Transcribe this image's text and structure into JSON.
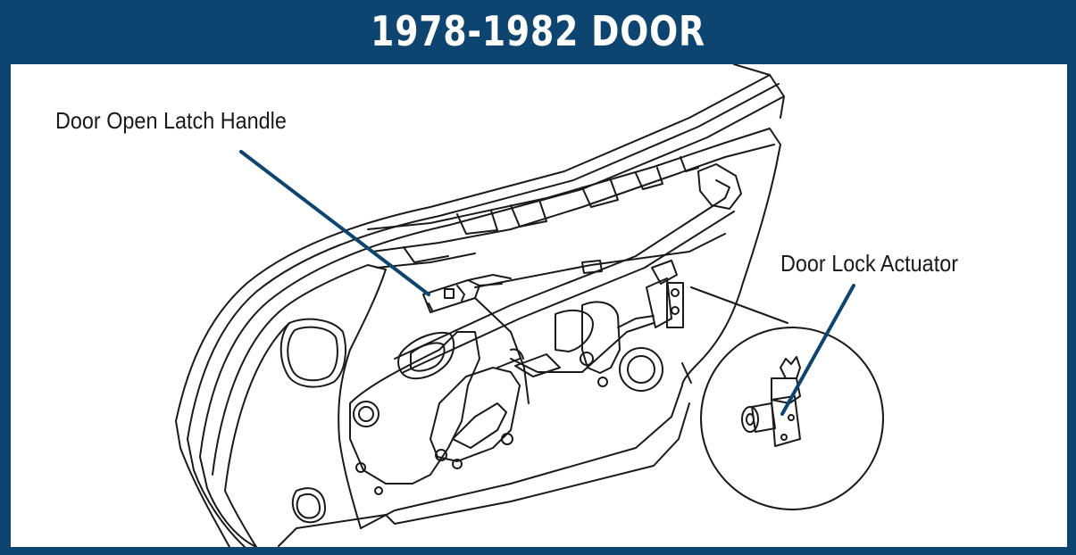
{
  "header": {
    "title": "1978-1982 DOOR"
  },
  "callouts": {
    "handle": "Door Open Latch Handle",
    "actuator": "Door Lock Actuator"
  },
  "colors": {
    "frame": "#0d4470",
    "leader": "#0d4470",
    "ink": "#1a1a1a"
  }
}
